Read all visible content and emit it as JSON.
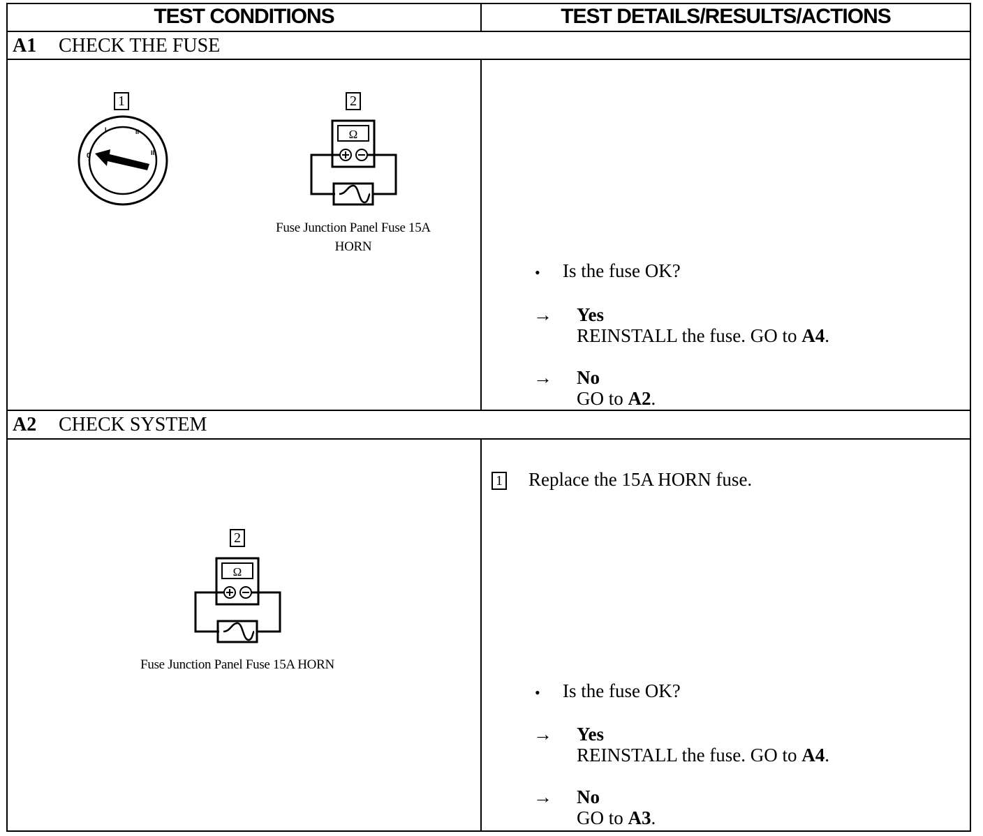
{
  "headers": {
    "left": "TEST CONDITIONS",
    "right": "TEST DETAILS/RESULTS/ACTIONS"
  },
  "a1": {
    "id": "A1",
    "title": "CHECK THE FUSE",
    "step1_num": "1",
    "step2_num": "2",
    "ohm_symbol": "Ω",
    "ignition_labels": [
      "0",
      "I",
      "II",
      "III"
    ],
    "caption_line1": "Fuse Junction Panel Fuse 15A",
    "caption_line2": "HORN",
    "question": "Is the fuse OK?",
    "yes_label": "Yes",
    "yes_text": "REINSTALL the fuse. GO to ",
    "yes_ref": "A4",
    "no_label": "No",
    "no_text": "GO to ",
    "no_ref": "A2"
  },
  "a2": {
    "id": "A2",
    "title": "CHECK SYSTEM",
    "step2_num": "2",
    "ohm_symbol": "Ω",
    "caption": "Fuse Junction Panel Fuse 15A HORN",
    "step1_num": "1",
    "step1_text": "Replace the 15A HORN fuse.",
    "question": "Is the fuse OK?",
    "yes_label": "Yes",
    "yes_text": "REINSTALL the fuse. GO to ",
    "yes_ref": "A4",
    "no_label": "No",
    "no_text": "GO to ",
    "no_ref": "A3"
  },
  "glyphs": {
    "bullet": "•",
    "arrow": "→",
    "period": "."
  },
  "icons": [
    "ignition-switch-icon",
    "ohmmeter-icon",
    "fuse-icon"
  ]
}
